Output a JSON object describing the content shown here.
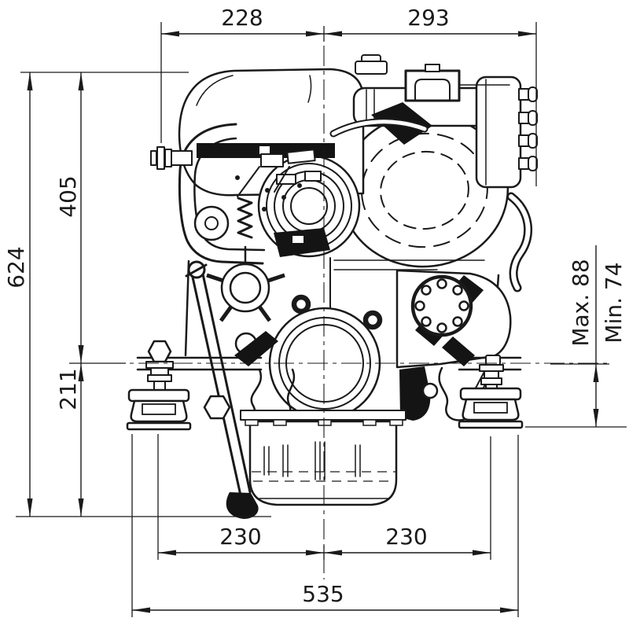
{
  "dimensions": {
    "top": [
      {
        "label": "228"
      },
      {
        "label": "293"
      }
    ],
    "left": [
      {
        "label": "624"
      },
      {
        "label": "405"
      },
      {
        "label": "211"
      }
    ],
    "right": [
      {
        "label": "Max. 88"
      },
      {
        "label": "Min. 74"
      }
    ],
    "bottom": [
      {
        "label": "230"
      },
      {
        "label": "230"
      },
      {
        "label": "535"
      }
    ]
  },
  "colors": {
    "line": "#1a1a1a",
    "background": "#ffffff"
  }
}
